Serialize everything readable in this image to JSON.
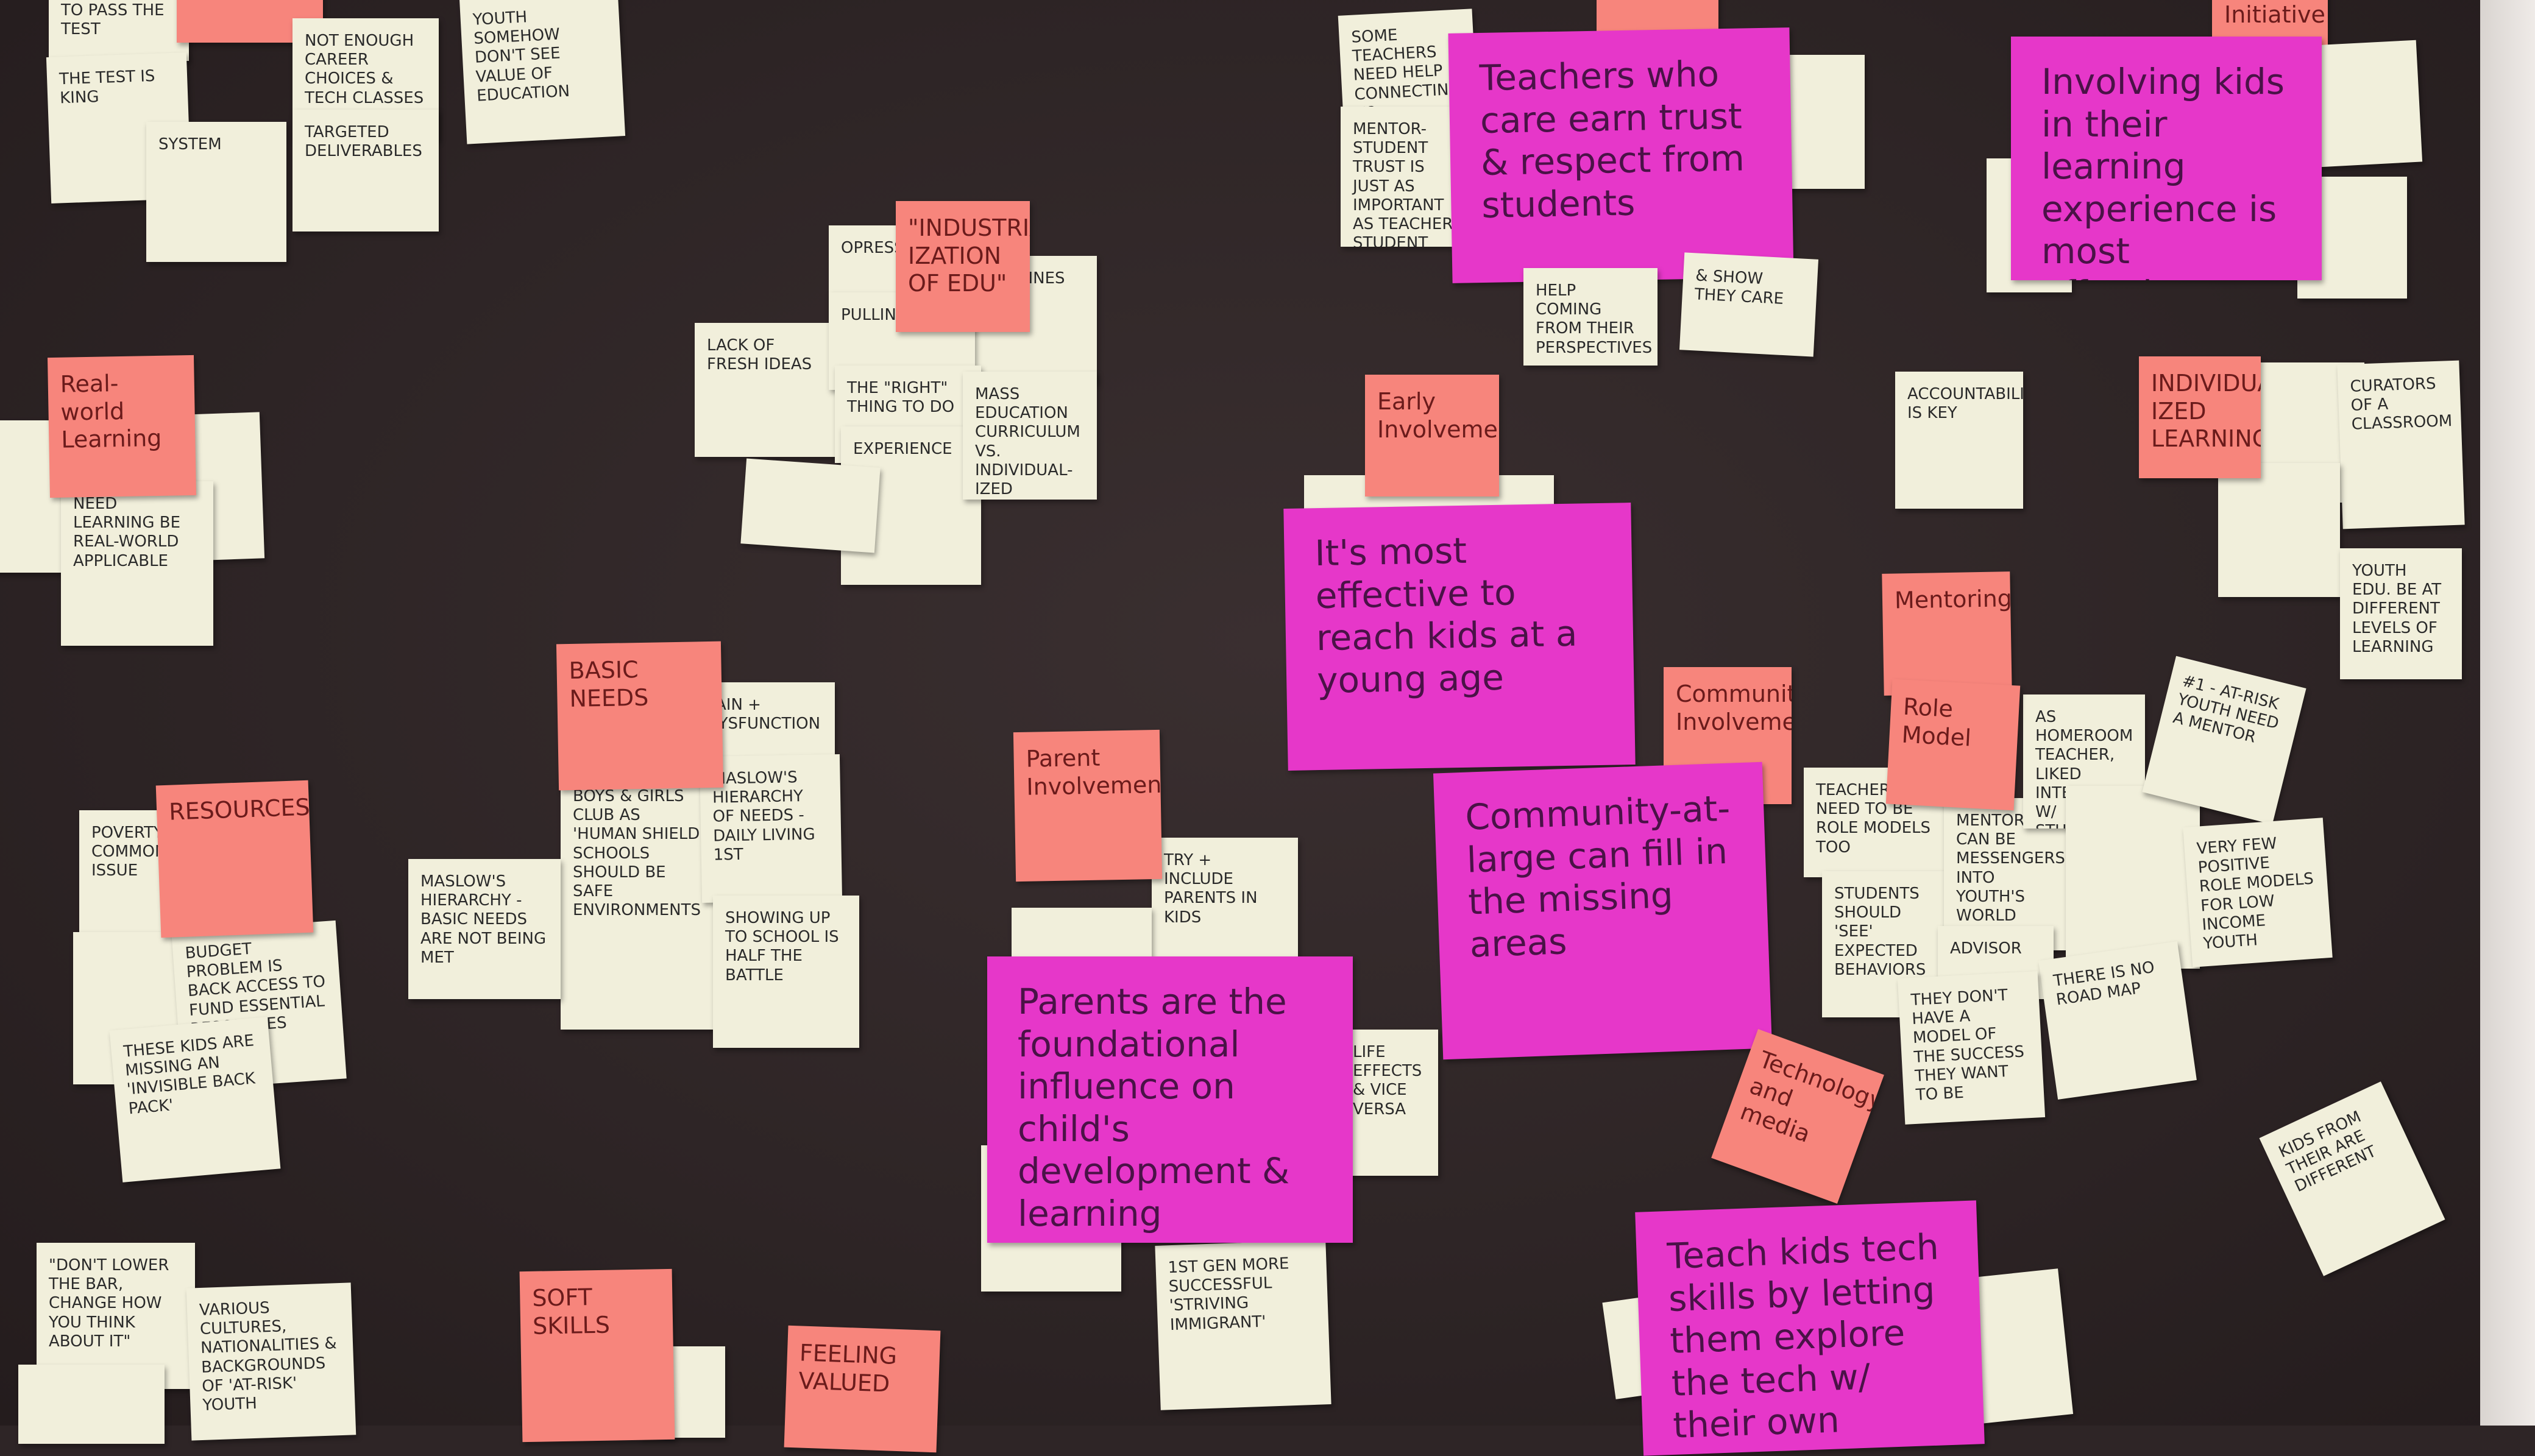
{
  "notes": {
    "n01": "TO PASS THE TEST",
    "n02": "THE TEST IS KING",
    "n03": "NOT ENOUGH CAREER CHOICES & TECH CLASSES",
    "n04": "TARGETED DELIVERABLES",
    "n05": "Youth somehow don't see value of education",
    "n06": "SYSTEM",
    "n07": "SOME TEACHERS NEED HELP CONNECTING TO STUDENTS",
    "n08": "Mentor-student trust is just as important as teacher-student",
    "n09": "Teachers who care earn trust & respect from students",
    "n10": "Involving kids in their learning experience is most effective",
    "n11": "Initiative",
    "n12": "\"INDUSTRIAL-IZATION OF EDU\"",
    "n13": "OPRESS",
    "n14": "PULLING KIDS",
    "n15": "LACK OF FRESH IDEAS",
    "n16": "MACHINES",
    "n17": "THE \"RIGHT\" THING TO DO",
    "n18": "MASS EDUCATION CURRICULUM VS. INDIVIDUAL-IZED",
    "n19": "EXPERIENCE",
    "n20": "help coming from their perspectives",
    "n21": "& show they care",
    "n22": "Real-world Learning",
    "n23": "NEED LEARNING BE REAL-WORLD APPLICABLE",
    "n24": "Early Involvement",
    "n25": "It's most effective to reach kids at a young age",
    "n26": "ACCOUNTABILITY IS KEY",
    "n27": "INDIVIDUAL-IZED LEARNING",
    "n28": "CURATORS OF A CLASSROOM",
    "n29": "Youth edu. be at different levels of learning",
    "n30": "BASIC NEEDS",
    "n31": "PAIN + DYSFUNCTION",
    "n32": "Maslow's hierarchy of needs - daily living 1st",
    "n33": "BOYS & GIRLS CLUB AS 'HUMAN SHIELD' SCHOOLS SHOULD BE SAFE ENVIRONMENTS",
    "n34": "SHOWING UP TO SCHOOL IS HALF THE BATTLE",
    "n35": "Maslow's hierarchy - basic needs are not being met",
    "n36": "RESOURCES",
    "n37": "POVERTY A COMMON ISSUE",
    "n38": "Budget problem is back access to fund essential resources",
    "n39": "These kids are missing an 'invisible back pack'",
    "n40": "Parent Involvement",
    "n41": "TRY + INCLUDE PARENTS IN KIDS",
    "n42": "Parents are the foundational influence on child's development & learning",
    "n43": "LIFE EFFECTS & VICE VERSA",
    "n44": "Community Involvement",
    "n45": "Community-at-large can fill in the missing areas",
    "n46": "Mentoring",
    "n47": "Role Model",
    "n48": "Teachers need to be role models too",
    "n49": "Students should 'see' expected behaviors",
    "n50": "Mentors can be messengers into youth's world",
    "n51": "#1 - at-risk youth need a mentor",
    "n52": "AS HOMEROOM TEACHER, LIKED INTERACTING W/ STUDENTS",
    "n53": "VERY FEW POSITIVE ROLE MODELS FOR LOW INCOME YOUTH",
    "n54": "There is no road map",
    "n55": "They don't have a model of the success they want to be",
    "n56": "ADVISOR",
    "n57": "Technology and media",
    "n58": "Teach kids tech skills by letting them explore the tech w/ their own",
    "n59": "1st gen more successful 'striving immigrant'",
    "n60": "\"DON'T LOWER THE BAR, CHANGE HOW YOU THINK ABOUT IT\"",
    "n61": "VARIOUS CULTURES, NATIONALITIES & BACKGROUNDS OF 'AT-RISK' YOUTH",
    "n62": "SOFT SKILLS",
    "n63": "FEELING VALUED",
    "n64": "KIDS FROM THEIR ARE DIFFERENT"
  }
}
